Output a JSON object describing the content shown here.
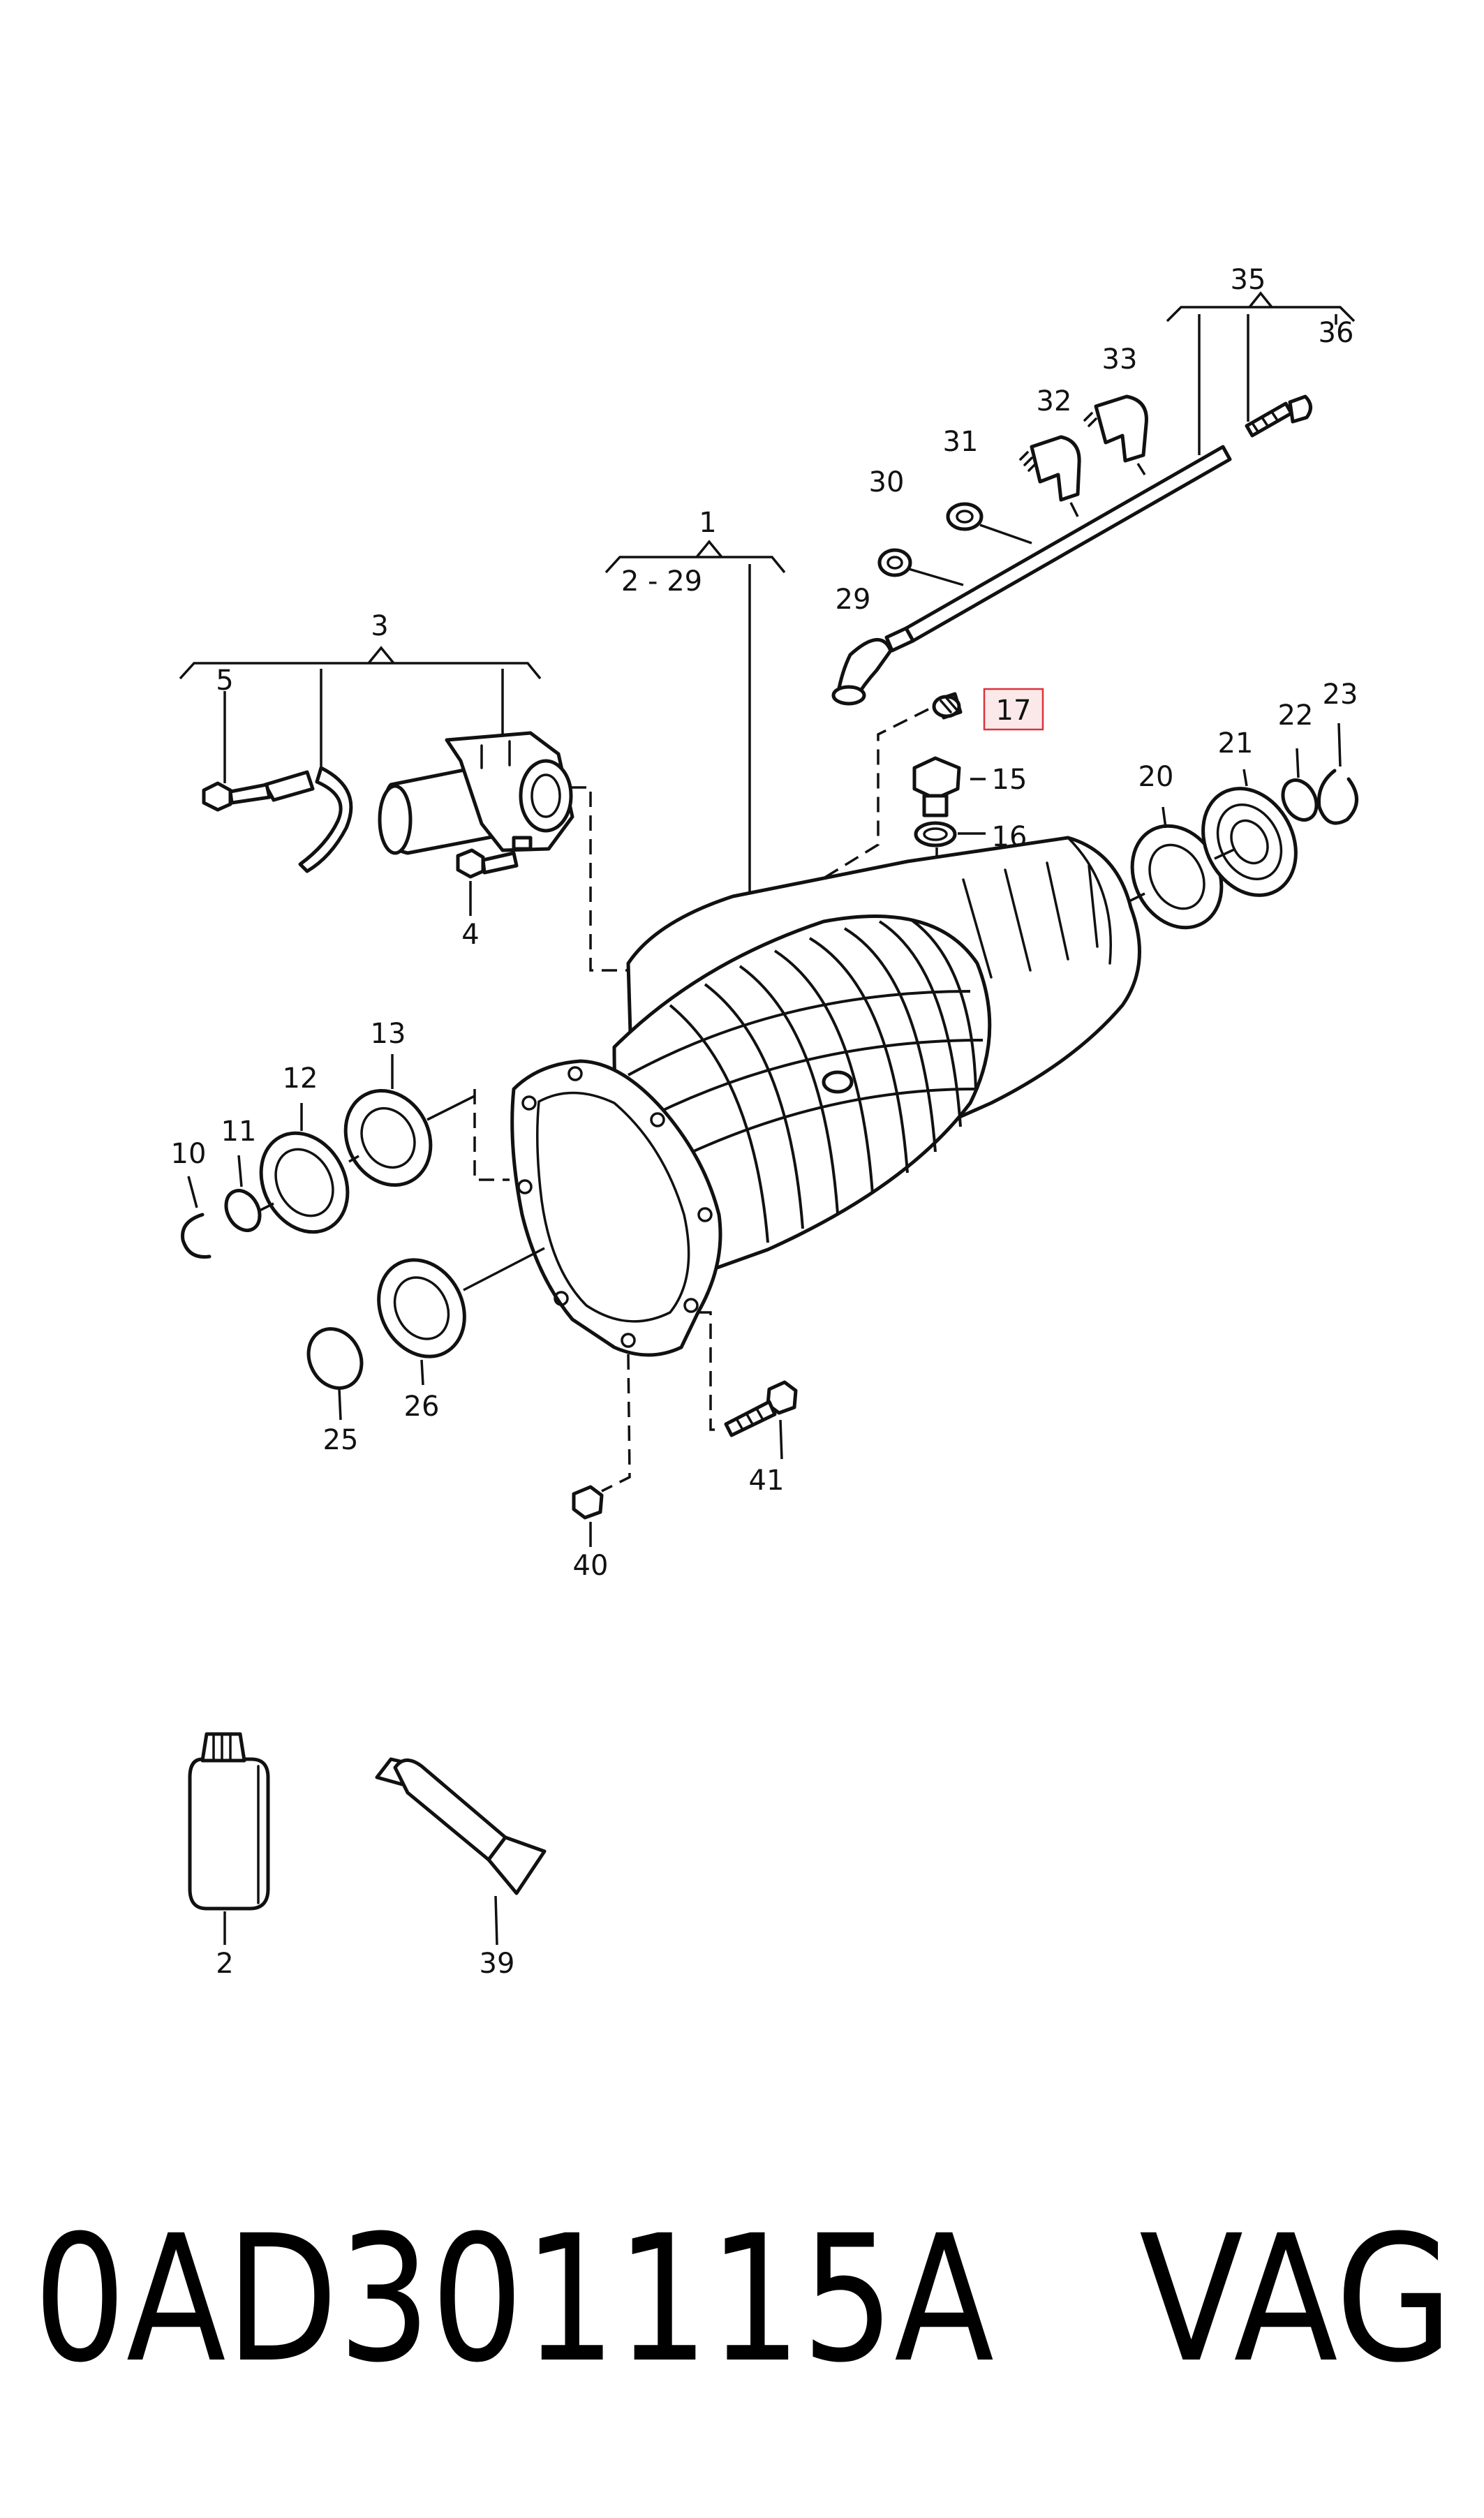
{
  "callouts": {
    "c1": "1",
    "c1_range": "2 - 29",
    "c2": "2",
    "c3": "3",
    "c4": "4",
    "c5": "5",
    "c10": "10",
    "c11": "11",
    "c12": "12",
    "c13": "13",
    "c15": "15",
    "c16": "16",
    "c17": "17",
    "c20": "20",
    "c21": "21",
    "c22": "22",
    "c23": "23",
    "c25": "25",
    "c26": "26",
    "c29": "29",
    "c30": "30",
    "c31": "31",
    "c32": "32",
    "c33": "33",
    "c35": "35",
    "c36": "36",
    "c39": "39",
    "c40": "40",
    "c41": "41"
  },
  "highlight": {
    "part": "17",
    "color": "#d9343b",
    "fill": "#fbe9ea"
  },
  "footer": {
    "part_number": "0AD301115A",
    "brand": "VAG"
  }
}
